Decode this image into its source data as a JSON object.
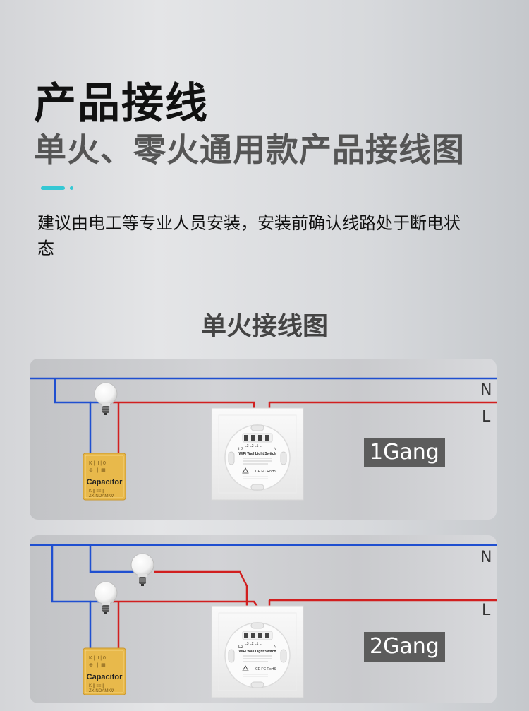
{
  "header": {
    "title": "产品接线",
    "subtitle": "单火、零火通用款产品接线图",
    "notice": "建议由电工等专业人员安装，安装前确认线路处于断电状态"
  },
  "section": {
    "title": "单火接线图"
  },
  "wiring": {
    "neutral_label": "N",
    "live_label": "L",
    "colors": {
      "neutral": "#1f4fd0",
      "live": "#d11f1f",
      "capacitor": "#e8b94b",
      "switch": "#f4f4f4"
    },
    "capacitor_label": "Capacitor",
    "terminal_labels": [
      "L3",
      "L2",
      "L1",
      "L"
    ],
    "switch_text": "WiFi Wall Light Switch",
    "diagrams": [
      {
        "gang_label": "1Gang",
        "bulbs": 1
      },
      {
        "gang_label": "2Gang",
        "bulbs": 2
      }
    ]
  }
}
